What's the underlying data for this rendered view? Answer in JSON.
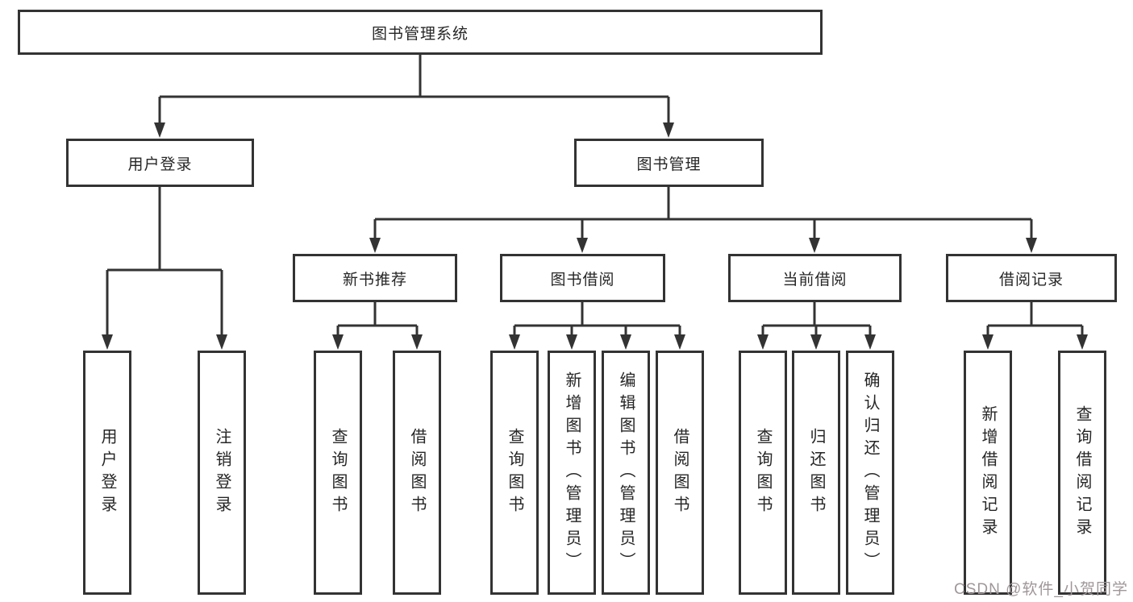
{
  "diagram_title": "图书管理系统",
  "tree": {
    "label": "图书管理系统",
    "children": [
      {
        "label": "用户登录",
        "children": [
          {
            "label": "用户登录"
          },
          {
            "label": "注销登录"
          }
        ]
      },
      {
        "label": "图书管理",
        "children": [
          {
            "label": "新书推荐",
            "children": [
              {
                "label": "查询图书"
              },
              {
                "label": "借阅图书"
              }
            ]
          },
          {
            "label": "图书借阅",
            "children": [
              {
                "label": "查询图书"
              },
              {
                "label": "新增图书（管理员）"
              },
              {
                "label": "编辑图书（管理员）"
              },
              {
                "label": "借阅图书"
              }
            ]
          },
          {
            "label": "当前借阅",
            "children": [
              {
                "label": "查询图书"
              },
              {
                "label": "归还图书"
              },
              {
                "label": "确认归还（管理员）"
              }
            ]
          },
          {
            "label": "借阅记录",
            "children": [
              {
                "label": "新增借阅记录"
              },
              {
                "label": "查询借阅记录"
              }
            ]
          }
        ]
      }
    ]
  },
  "watermark": "CSDN @软件_小贺同学",
  "colors": {
    "line": "#333333",
    "box_border": "#333333",
    "text": "#262626",
    "watermark": "#9f9698",
    "background": "#ffffff"
  }
}
